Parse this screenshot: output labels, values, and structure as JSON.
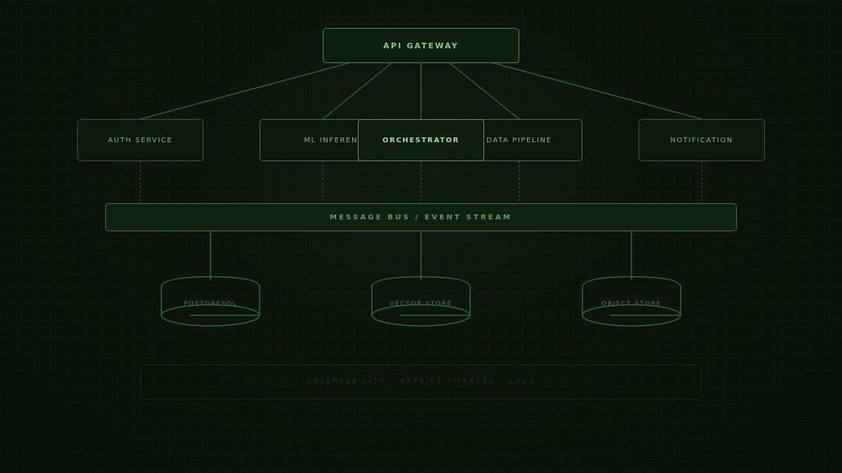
{
  "diagram": {
    "gateway": {
      "label": "API GATEWAY"
    },
    "services": [
      {
        "id": "auth",
        "label": "AUTH SERVICE"
      },
      {
        "id": "ml",
        "label": "ML INFERENCE"
      },
      {
        "id": "orchestrator",
        "label": "ORCHESTRATOR"
      },
      {
        "id": "data",
        "label": "DATA PIPELINE"
      },
      {
        "id": "notification",
        "label": "NOTIFICATION"
      }
    ],
    "bus": {
      "label": "MESSAGE BUS / EVENT STREAM"
    },
    "stores": [
      {
        "id": "postgres",
        "label": "POSTGRESQL"
      },
      {
        "id": "vector",
        "label": "VECTOR STORE"
      },
      {
        "id": "object",
        "label": "OBJECT STORE"
      }
    ],
    "observability": {
      "label": "OBSERVABILITY · METRICS / TRACES / LOGS"
    }
  },
  "colors": {
    "background": "#0b130b",
    "stroke": "#3d7a3d",
    "accent": "#8ccc8c",
    "muted": "#1f3d1f"
  }
}
